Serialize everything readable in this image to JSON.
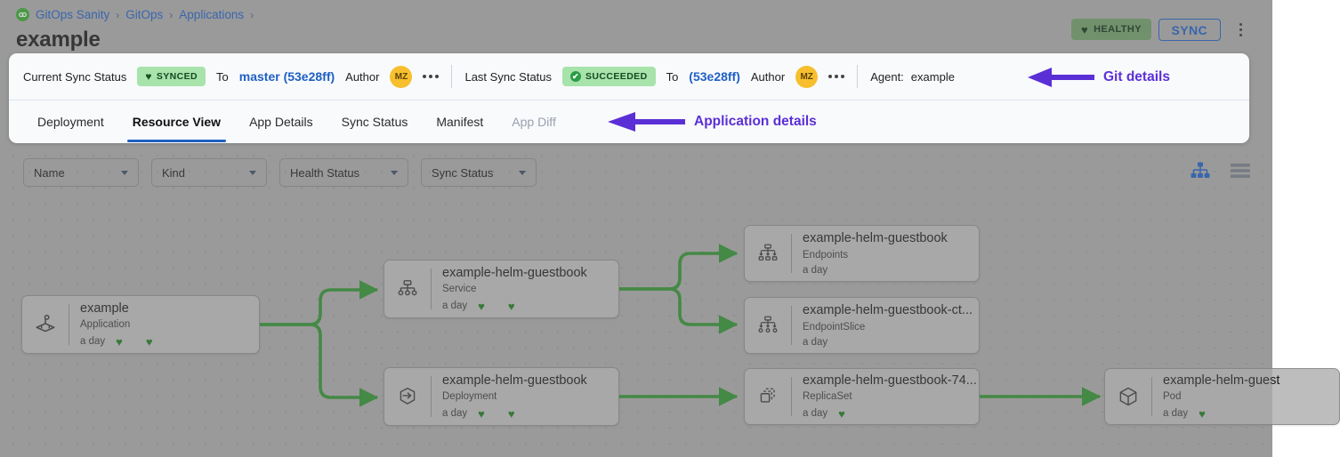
{
  "breadcrumb": {
    "logo_icon": "gitops-logo-icon",
    "items": [
      "GitOps Sanity",
      "GitOps",
      "Applications"
    ],
    "separator": "›"
  },
  "header": {
    "title": "example",
    "health_badge": {
      "label": "HEALTHY",
      "icon": "heart-icon",
      "glyph": "♥",
      "color": "#6f9c68"
    },
    "sync_button": {
      "label": "SYNC",
      "color": "#1f5fc4"
    },
    "kebab_icon": "kebab-menu-icon"
  },
  "sync_strip": {
    "current": {
      "label": "Current Sync Status",
      "status": "SYNCED",
      "status_icon": "heart-icon",
      "status_glyph": "♥",
      "to_label": "To",
      "revision": "master (53e28ff)",
      "author_label": "Author",
      "author_initials": "MZ",
      "more_icon": "more-dots-icon"
    },
    "last": {
      "label": "Last Sync Status",
      "status": "SUCCEEDED",
      "status_icon": "check-circle-icon",
      "status_glyph": "✔",
      "to_label": "To",
      "revision": "(53e28ff)",
      "author_label": "Author",
      "author_initials": "MZ",
      "more_icon": "more-dots-icon"
    },
    "agent": {
      "label": "Agent:",
      "value": "example"
    }
  },
  "tabs": [
    {
      "label": "Deployment",
      "active": false,
      "disabled": false
    },
    {
      "label": "Resource View",
      "active": true,
      "disabled": false
    },
    {
      "label": "App Details",
      "active": false,
      "disabled": false
    },
    {
      "label": "Sync Status",
      "active": false,
      "disabled": false
    },
    {
      "label": "Manifest",
      "active": false,
      "disabled": false
    },
    {
      "label": "App Diff",
      "active": false,
      "disabled": true
    }
  ],
  "annotations": {
    "git_details": {
      "text": "Git details",
      "arrow_icon": "left-arrow-annotation-icon",
      "color": "#5b2fd6"
    },
    "application_details": {
      "text": "Application details",
      "arrow_icon": "left-arrow-annotation-icon",
      "color": "#5b2fd6"
    }
  },
  "filters": [
    {
      "label": "Name",
      "name": "filter-name"
    },
    {
      "label": "Kind",
      "name": "filter-kind"
    },
    {
      "label": "Health Status",
      "name": "filter-health-status"
    },
    {
      "label": "Sync Status",
      "name": "filter-sync-status"
    }
  ],
  "view_toggles": [
    {
      "name": "tree-view-icon",
      "active": true,
      "color": "#1f5fc4"
    },
    {
      "name": "list-view-icon",
      "active": false,
      "color": "#777d8a"
    }
  ],
  "graph": {
    "nodes": [
      {
        "id": "app",
        "name": "example",
        "kind": "Application",
        "age": "a day",
        "hearts": 2,
        "icon": "application-icon"
      },
      {
        "id": "service",
        "name": "example-helm-guestbook",
        "kind": "Service",
        "age": "a day",
        "hearts": 2,
        "icon": "service-icon"
      },
      {
        "id": "deployment",
        "name": "example-helm-guestbook",
        "kind": "Deployment",
        "age": "a day",
        "hearts": 2,
        "icon": "deployment-icon"
      },
      {
        "id": "endpoints",
        "name": "example-helm-guestbook",
        "kind": "Endpoints",
        "age": "a day",
        "hearts": 0,
        "icon": "endpoints-icon"
      },
      {
        "id": "endpointslice",
        "name": "example-helm-guestbook-ct...",
        "kind": "EndpointSlice",
        "age": "a day",
        "hearts": 0,
        "icon": "endpointslice-icon"
      },
      {
        "id": "replicaset",
        "name": "example-helm-guestbook-74...",
        "kind": "ReplicaSet",
        "age": "a day",
        "hearts": 1,
        "icon": "replicaset-icon"
      },
      {
        "id": "pod",
        "name": "example-helm-guest",
        "kind": "Pod",
        "age": "a day",
        "hearts": 1,
        "icon": "pod-icon"
      }
    ],
    "edge_color": "#2e9130",
    "heart_glyph": "♥"
  }
}
